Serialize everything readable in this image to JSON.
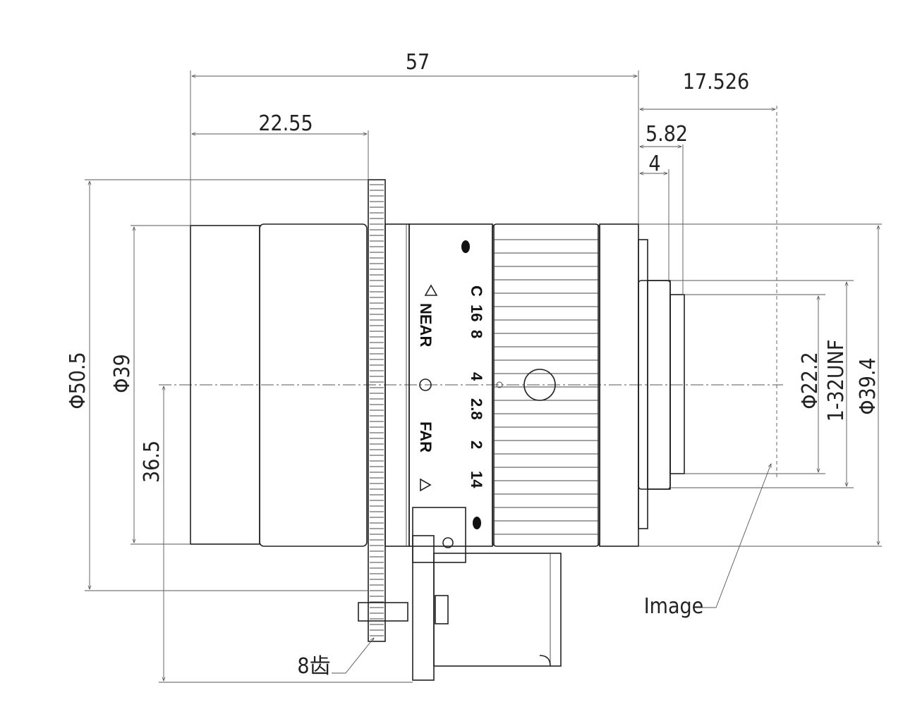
{
  "dimensions": {
    "overall_length": "57",
    "back_focus": "17.526",
    "front_to_gear": "22.55",
    "flange_5_82": "5.82",
    "flange_4": "4",
    "gear_diameter": "Φ50.5",
    "front_diameter": "Φ39",
    "center_height": "36.5",
    "mount_inner_diameter": "Φ22.2",
    "mount_thread": "1-32UNF",
    "body_diameter": "Φ39.4"
  },
  "labels": {
    "image_plane": "Image",
    "gear_teeth": "8齿"
  },
  "lens_markings": {
    "iris_scale": [
      "C",
      "16",
      "8",
      "4",
      "2.8",
      "2",
      "14"
    ],
    "near": "NEAR",
    "far": "FAR"
  }
}
